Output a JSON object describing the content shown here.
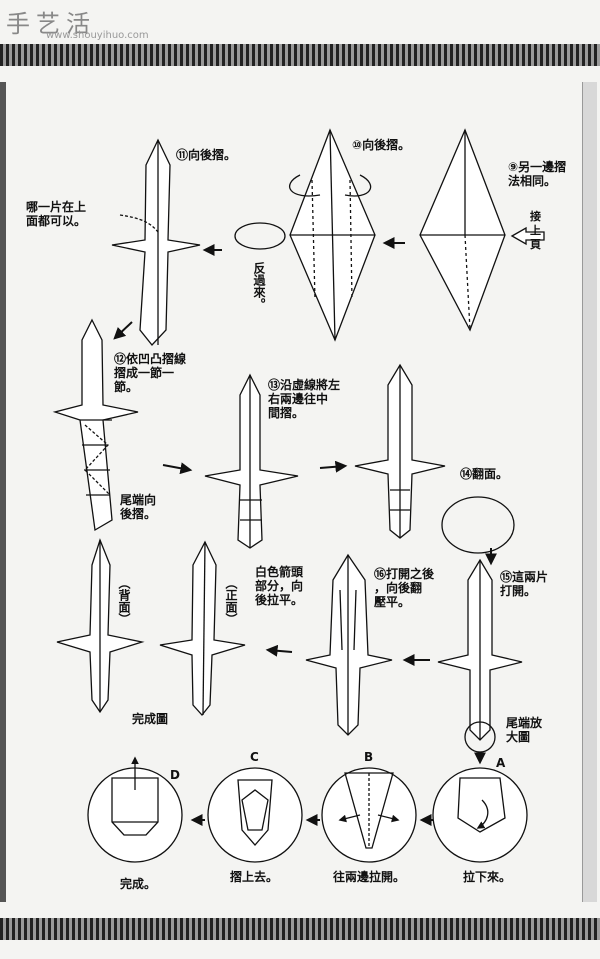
{
  "watermark": {
    "text": "手艺活",
    "url": "www.shouyihuo.com"
  },
  "steps": {
    "s9": "⑨另一邊摺\n法相同。",
    "s9_cont": "接上頁",
    "s10": "⑩向後摺。",
    "s11": "⑪向後摺。",
    "any_side": "哪一片在上\n面都可以。",
    "flip": "反過來。",
    "s12": "⑫依凹凸摺線\n摺成一節一\n節。",
    "tail_back": "尾端向\n後摺。",
    "s13": "⑬沿虛線將左\n右兩邊往中\n間摺。",
    "s14": "⑭翻面。",
    "s15": "⑮這兩片\n打開。",
    "s16": "⑯打開之後\n，向後翻\n壓平。",
    "white_arrow": "白色箭頭\n部分，向\n後拉平。",
    "back_side": "（背面）",
    "front_side": "（正面）",
    "complete_view": "完成圖",
    "tail_zoom": "尾端放\n大圖",
    "a_label": "A",
    "b_label": "B",
    "c_label": "C",
    "d_label": "D",
    "pull_down": "拉下來。",
    "pull_sides": "往兩邊拉開。",
    "fold_up": "摺上去。",
    "done": "完成。"
  }
}
